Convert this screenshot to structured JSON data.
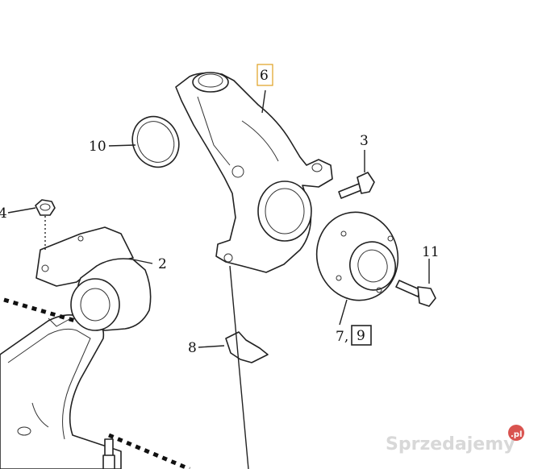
{
  "labels": {
    "l2": "2",
    "l3": "3",
    "l4": "4",
    "l6": "6",
    "l7": "7,",
    "l8": "8",
    "l9": "9",
    "l10": "10",
    "l11": "11"
  },
  "colors": {
    "highlight_box": "#e0a020",
    "ink": "#222222",
    "watermark_text": "#d8d8d8",
    "watermark_dot": "#d9534f"
  },
  "watermark": {
    "text": "Sprzedajemy",
    "suffix": ".pl"
  }
}
